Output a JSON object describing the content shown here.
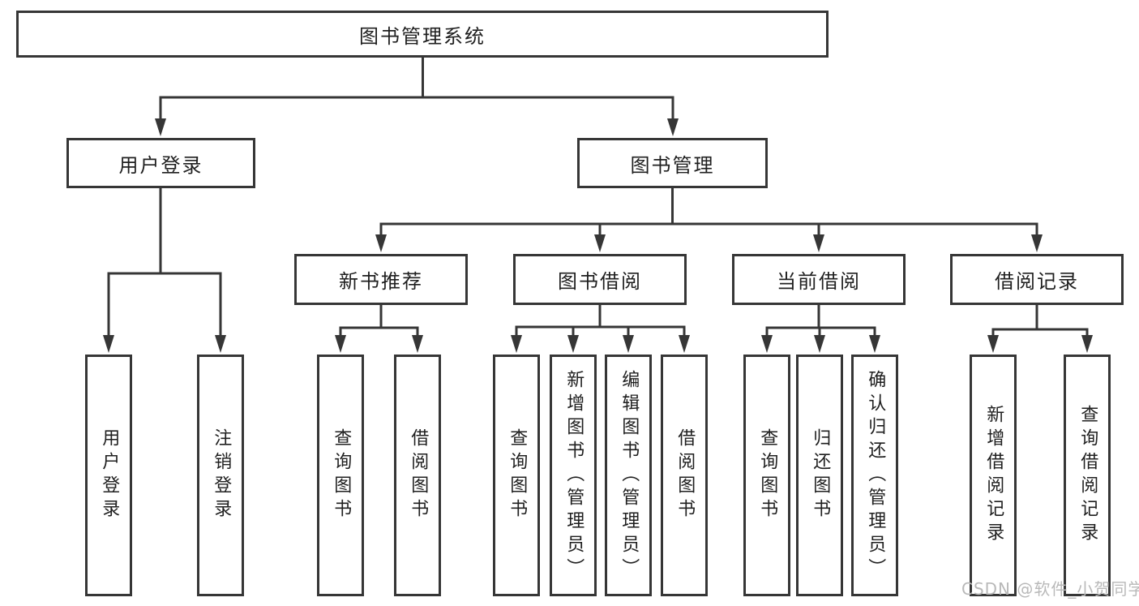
{
  "diagram": {
    "title": "图书管理系统",
    "type": "hierarchy-tree"
  },
  "colors": {
    "line": "#363636",
    "box_border": "#363636",
    "text": "#1f1f1f",
    "box_background": "#ffffff",
    "page_background": "#ffffff",
    "watermark": "#b9b9b9"
  },
  "nodes": {
    "root": "图书管理系统",
    "user_login": "用户登录",
    "book_mgmt": "图书管理",
    "new_books": "新书推荐",
    "book_borrow": "图书借阅",
    "current_borrow": "当前借阅",
    "borrow_records": "借阅记录",
    "leaf_user_login": "用户登录",
    "leaf_logout": "注销登录",
    "leaf_nb_query": "查询图书",
    "leaf_nb_borrow": "借阅图书",
    "leaf_bb_query": "查询图书",
    "leaf_bb_add": "新增图书（管理员）",
    "leaf_bb_edit": "编辑图书（管理员）",
    "leaf_bb_borrow": "借阅图书",
    "leaf_cb_query": "查询图书",
    "leaf_cb_return": "归还图书",
    "leaf_cb_confirm": "确认归还（管理员）",
    "leaf_br_add": "新增借阅记录",
    "leaf_br_query": "查询借阅记录"
  },
  "hierarchy": {
    "root": "图书管理系统",
    "children": [
      {
        "label": "用户登录",
        "children": [
          "用户登录",
          "注销登录"
        ]
      },
      {
        "label": "图书管理",
        "children": [
          {
            "label": "新书推荐",
            "children": [
              "查询图书",
              "借阅图书"
            ]
          },
          {
            "label": "图书借阅",
            "children": [
              "查询图书",
              "新增图书（管理员）",
              "编辑图书（管理员）",
              "借阅图书"
            ]
          },
          {
            "label": "当前借阅",
            "children": [
              "查询图书",
              "归还图书",
              "确认归还（管理员）"
            ]
          },
          {
            "label": "借阅记录",
            "children": [
              "新增借阅记录",
              "查询借阅记录"
            ]
          }
        ]
      }
    ]
  },
  "watermark": "CSDN @软件_小贺同学"
}
